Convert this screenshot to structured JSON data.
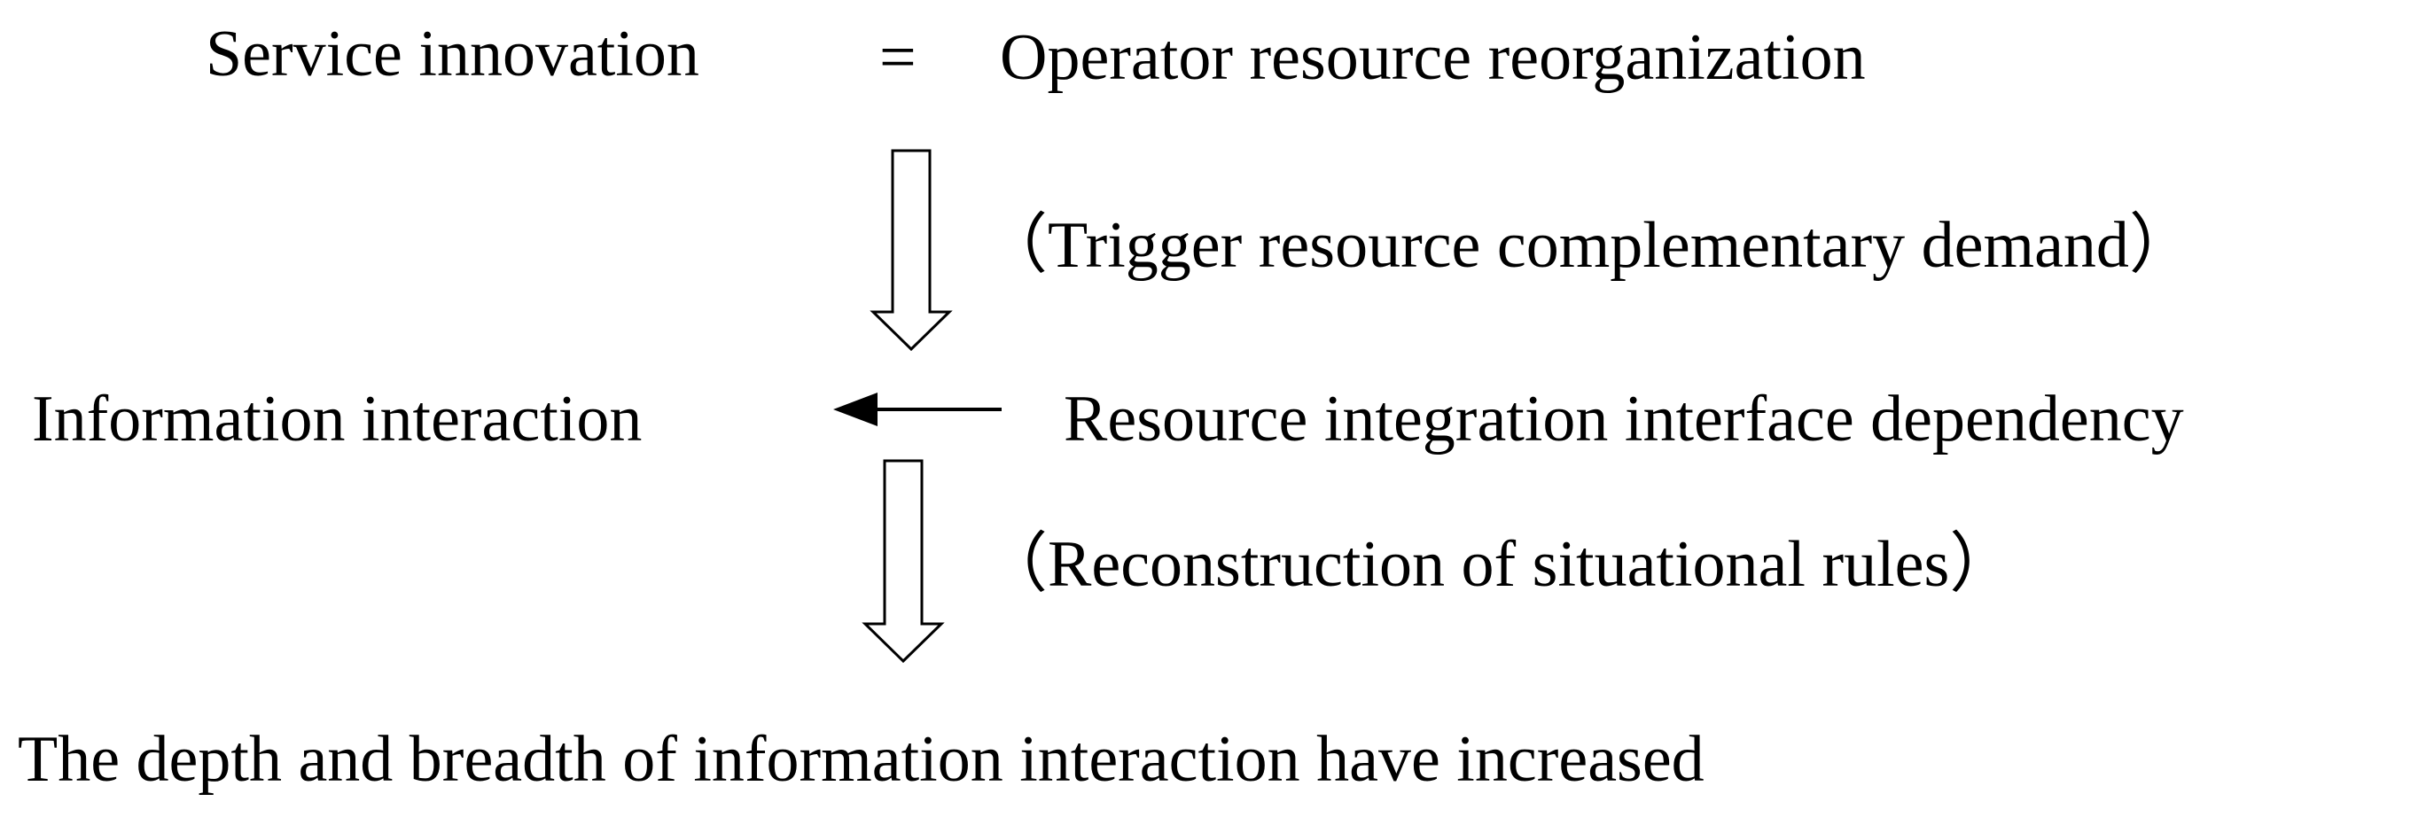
{
  "diagram": {
    "nodes": {
      "service_innovation": "Service innovation",
      "equals": "=",
      "operator_reorg": "Operator resource reorganization",
      "trigger_demand": "（Trigger resource complementary demand）",
      "information_interaction": "Information interaction",
      "resource_dependency": "Resource integration interface dependency",
      "reconstruction_rules": "（Reconstruction of situational rules）",
      "depth_breadth": "The depth and breadth of information interaction have increased"
    },
    "edges": [
      {
        "from": "service_innovation",
        "to": "information_interaction",
        "style": "hollow-block-arrow",
        "label": "trigger_demand"
      },
      {
        "from": "resource_dependency",
        "to": "information_interaction",
        "style": "line-arrow"
      },
      {
        "from": "information_interaction",
        "to": "depth_breadth",
        "style": "hollow-block-arrow",
        "label": "reconstruction_rules"
      }
    ],
    "colors": {
      "stroke": "#000000",
      "fill": "#ffffff",
      "text": "#000000"
    }
  }
}
